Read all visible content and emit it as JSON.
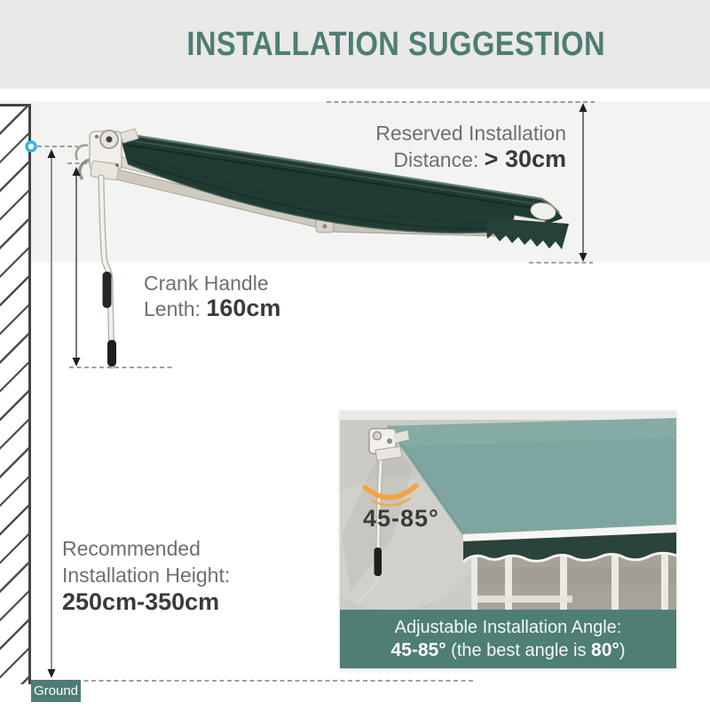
{
  "header": {
    "title": "INSTALLATION SUGGESTION"
  },
  "annotations": {
    "reserved": {
      "line1": "Reserved Installation",
      "label": "Distance: ",
      "value": "> 30cm"
    },
    "crank": {
      "line1": "Crank Handle",
      "label": "Lenth: ",
      "value": "160cm"
    },
    "height": {
      "line1": "Recommended",
      "line2": "Installation Height:",
      "value": "250cm-350cm"
    },
    "ground_label": "Ground"
  },
  "inset": {
    "angle_label": "45-85°",
    "caption": {
      "line1": "Adjustable Installation Angle:",
      "bold1": "45-85°",
      "mid": " (the best angle is ",
      "bold2": "80°",
      "end": ")"
    }
  },
  "icons": {
    "mount_point": "blue-ring-dot",
    "angle_arc": "orange-double-arc",
    "measure_arrows": "double-headed-vertical-arrows"
  },
  "colors": {
    "header_band": "#e9e9e7",
    "strip_band": "#f3f3f1",
    "title_text": "#4e7d74",
    "label_gray": "#6f6f72",
    "value_dark": "#3a3a3e",
    "ground_badge": "#4e7d74",
    "caption_bg": "#4e7e74",
    "fabric_green": "#203b33",
    "inset_fabric": "#7fa5a0",
    "inset_valance": "#2a433b",
    "accent_orange": "#f5a43c",
    "mount_dot_blue": "#33b5e3"
  }
}
